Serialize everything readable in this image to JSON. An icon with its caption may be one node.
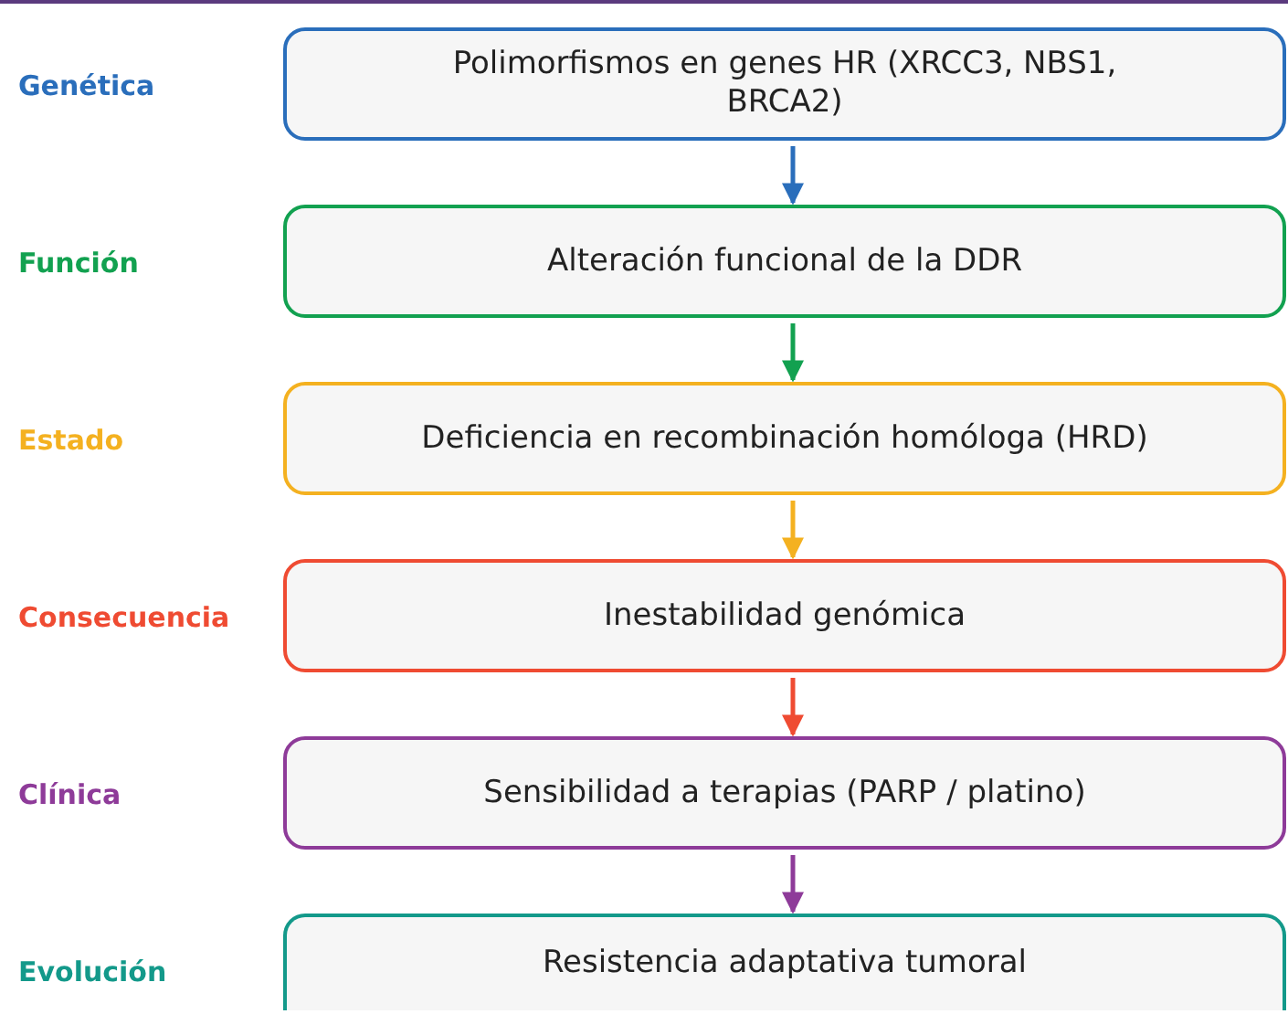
{
  "diagram": {
    "nodes": [
      {
        "text": [
          "Polimorfismos en genes HR (XRCC3, NBS1, BRCA2)"
        ]
      },
      {
        "text": [
          "Alteración funcional de la DDR"
        ]
      },
      {
        "text": [
          "Deficiencia en recombinación homóloga (HRD)"
        ]
      },
      {
        "text": [
          "Inestabilidad genómica"
        ]
      },
      {
        "text": [
          "Sensibilidad a terapias (PARP / platino)"
        ]
      },
      {
        "text": [
          "Resistencia adaptativa tumoral"
        ]
      }
    ],
    "edges": [
      {
        "from": 0,
        "to": 1,
        "arrow": "to",
        "color": "#2a6ebb"
      },
      {
        "from": 1,
        "to": 2,
        "arrow": "to",
        "color": "#12a150"
      },
      {
        "from": 2,
        "to": 3,
        "arrow": "to",
        "color": "#f4b120"
      },
      {
        "from": 3,
        "to": 4,
        "arrow": "to",
        "color": "#ef4b32"
      },
      {
        "from": 4,
        "to": 5,
        "arrow": "to",
        "color": "#8e3b99"
      }
    ],
    "labels": [
      "Genética",
      "Función",
      "Estado",
      "Consecuencia",
      "Clínica",
      "Evolución"
    ]
  }
}
